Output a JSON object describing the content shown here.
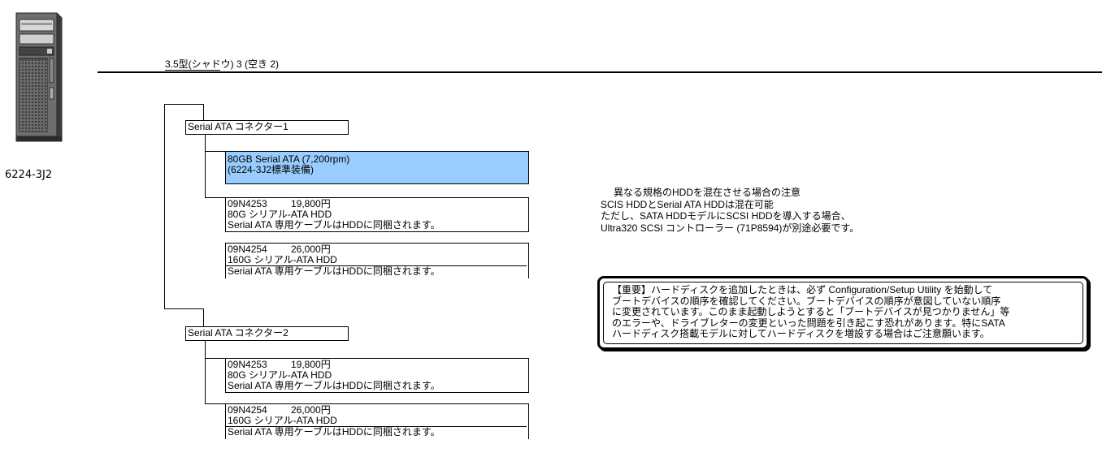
{
  "server": {
    "model": "6224-3J2",
    "icon": "tower-server-icon"
  },
  "bay": {
    "label": "3.5型(シャドウ) 3 (空き 2)"
  },
  "connectors": [
    {
      "label": "Serial ATA コネクター1",
      "standard": {
        "line1": "80GB Serial ATA (7,200rpm)",
        "line2": "(6224-3J2標準装備)"
      },
      "options": [
        {
          "part": "09N4253",
          "price": "19,800円",
          "name": "80G シリアル-ATA HDD",
          "note": "Serial ATA 専用ケーブルはHDDに同梱されます。"
        },
        {
          "part": "09N4254",
          "price": "26,000円",
          "name": "160G シリアル-ATA HDD",
          "note": "Serial ATA 専用ケーブルはHDDに同梱されます。"
        }
      ]
    },
    {
      "label": "Serial ATA コネクター2",
      "options": [
        {
          "part": "09N4253",
          "price": "19,800円",
          "name": "80G シリアル-ATA HDD",
          "note": "Serial ATA 専用ケーブルはHDDに同梱されます。"
        },
        {
          "part": "09N4254",
          "price": "26,000円",
          "name": "160G シリアル-ATA HDD",
          "note": "Serial ATA 専用ケーブルはHDDに同梱されます。"
        }
      ]
    }
  ],
  "mixing_note": {
    "title": "異なる規格のHDDを混在させる場合の注意",
    "lines": [
      "SCIS HDDとSerial ATA HDDは混在可能",
      "ただし、SATA HDDモデルにSCSI HDDを導入する場合、",
      "Ultra320 SCSI コントローラー (71P8594)が別途必要です。"
    ]
  },
  "important": {
    "lines": [
      "【重要】ハードディスクを追加したときは、必ず Configuration/Setup Utility を始動して",
      "ブートデバイスの順序を確認してください。ブートデバイスの順序が意図していない順序",
      "に変更されています。このまま起動しようとすると「ブートデバイスが見つかりません」等",
      "のエラーや、ドライブレターの変更といった問題を引き起こす恐れがあります。特にSATA",
      "ハードディスク搭載モデルに対してハードディスクを増設する場合はご注意願います。"
    ]
  },
  "colors": {
    "standard_highlight": "#99ccff",
    "line": "#000000"
  }
}
